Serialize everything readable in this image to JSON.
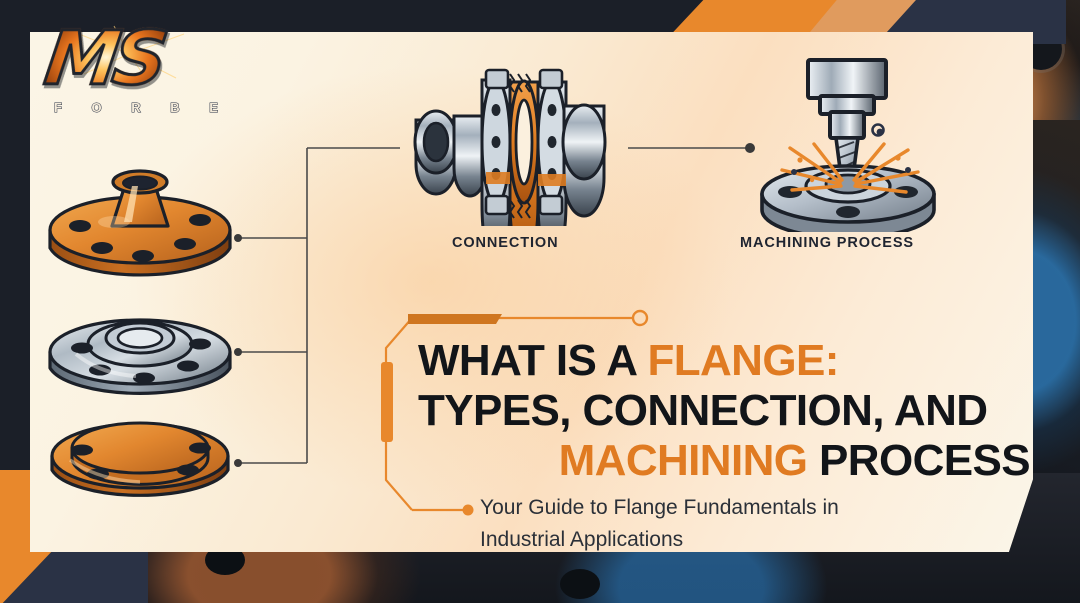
{
  "brand": {
    "logo_mark": "MS",
    "logo_name": "F O R B E",
    "logo_icon": "sparks-logo-icon"
  },
  "theme": {
    "orange": "#E8882C",
    "orange_dark": "#E07B22",
    "navy": "#2A3245",
    "cream": "#FBF5E6",
    "peach": "#FBDFC0",
    "ink": "#121519",
    "line": "#4A4A4A"
  },
  "title": {
    "line1_plain": "WHAT IS A ",
    "line1_highlight": "FLANGE:",
    "line2": "TYPES, CONNECTION, AND",
    "line3_highlight": "MACHINING ",
    "line3_plain": "PROCESS"
  },
  "subtitle": {
    "line1": "Your Guide to Flange Fundamentals in",
    "line2": "Industrial Applications"
  },
  "illustrations": {
    "flange_types": [
      {
        "name": "weld-neck-flange",
        "color": "#E2872F",
        "label": ""
      },
      {
        "name": "slip-on-flange",
        "color": "#9AA6B2",
        "label": ""
      },
      {
        "name": "blind-flange",
        "color": "#E2872F",
        "label": ""
      }
    ],
    "connection": {
      "name": "bolted-flange-connection",
      "label": "CONNECTION"
    },
    "machining": {
      "name": "drill-machining-flange",
      "label": "MACHINING PROCESS"
    }
  },
  "decor": {
    "bracket": "angular-orange-bracket",
    "node_circle": "hollow-circle-node",
    "node_dot": "filled-dot-node"
  }
}
